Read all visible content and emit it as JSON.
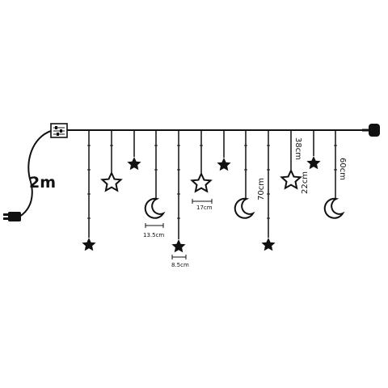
{
  "diagram": {
    "cord_length_label": "2m",
    "labels": {
      "moon_width": "13.5cm",
      "star_small_width": "8.5cm",
      "star_outline_width": "17cm",
      "strand_70": "70cm",
      "strand_38": "38cm",
      "strand_22": "22cm",
      "strand_60": "60cm"
    },
    "strand_count": 12,
    "colors": {
      "line": "#111111",
      "background": "#ffffff"
    },
    "icons": {
      "controller": "controller-box-icon",
      "plug": "usb-plug-icon",
      "end_cap": "end-cap-icon",
      "star_solid": "solid-star-icon",
      "star_outline": "outline-star-icon",
      "moon": "crescent-moon-icon"
    }
  }
}
